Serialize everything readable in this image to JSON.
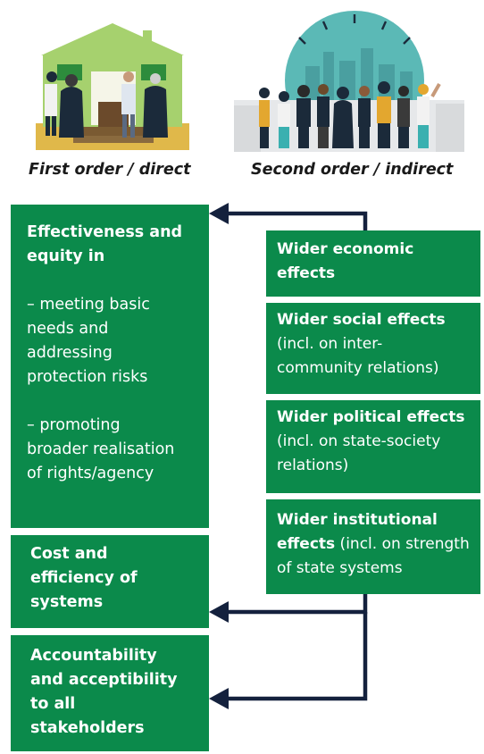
{
  "headings": {
    "first": "First order / direct",
    "second": "Second order / indirect"
  },
  "left": {
    "effectiveness": {
      "title_1": "Effectiveness and",
      "title_2": "equity in",
      "item1_1": "– meeting basic",
      "item1_2": "needs and",
      "item1_3": "addressing",
      "item1_4": "protection risks",
      "item2_1": "– promoting",
      "item2_2": "broader realisation",
      "item2_3": "of rights/agency"
    },
    "cost": {
      "l1": "Cost and",
      "l2": "efficiency of",
      "l3": "systems"
    },
    "accountability": {
      "l1": "Accountability",
      "l2": "and acceptibility",
      "l3": "to all",
      "l4": "stakeholders"
    }
  },
  "right": {
    "economic": {
      "l1": "Wider economic",
      "l2": "effects"
    },
    "social": {
      "title": "Wider social effects",
      "l1": "(incl. on inter-",
      "l2": "community relations)"
    },
    "political": {
      "title": "Wider political effects",
      "l1": "(incl. on state-society",
      "l2": "relations)"
    },
    "institutional": {
      "title_1": "Wider institutional",
      "title_2": "effects",
      "l1": " (incl. on strength",
      "l2": "of state systems"
    }
  },
  "colors": {
    "box_green": "#0b8a4b",
    "arrow_navy": "#14213d",
    "building": "#9ccc65",
    "globe": "#5bb9b6"
  }
}
